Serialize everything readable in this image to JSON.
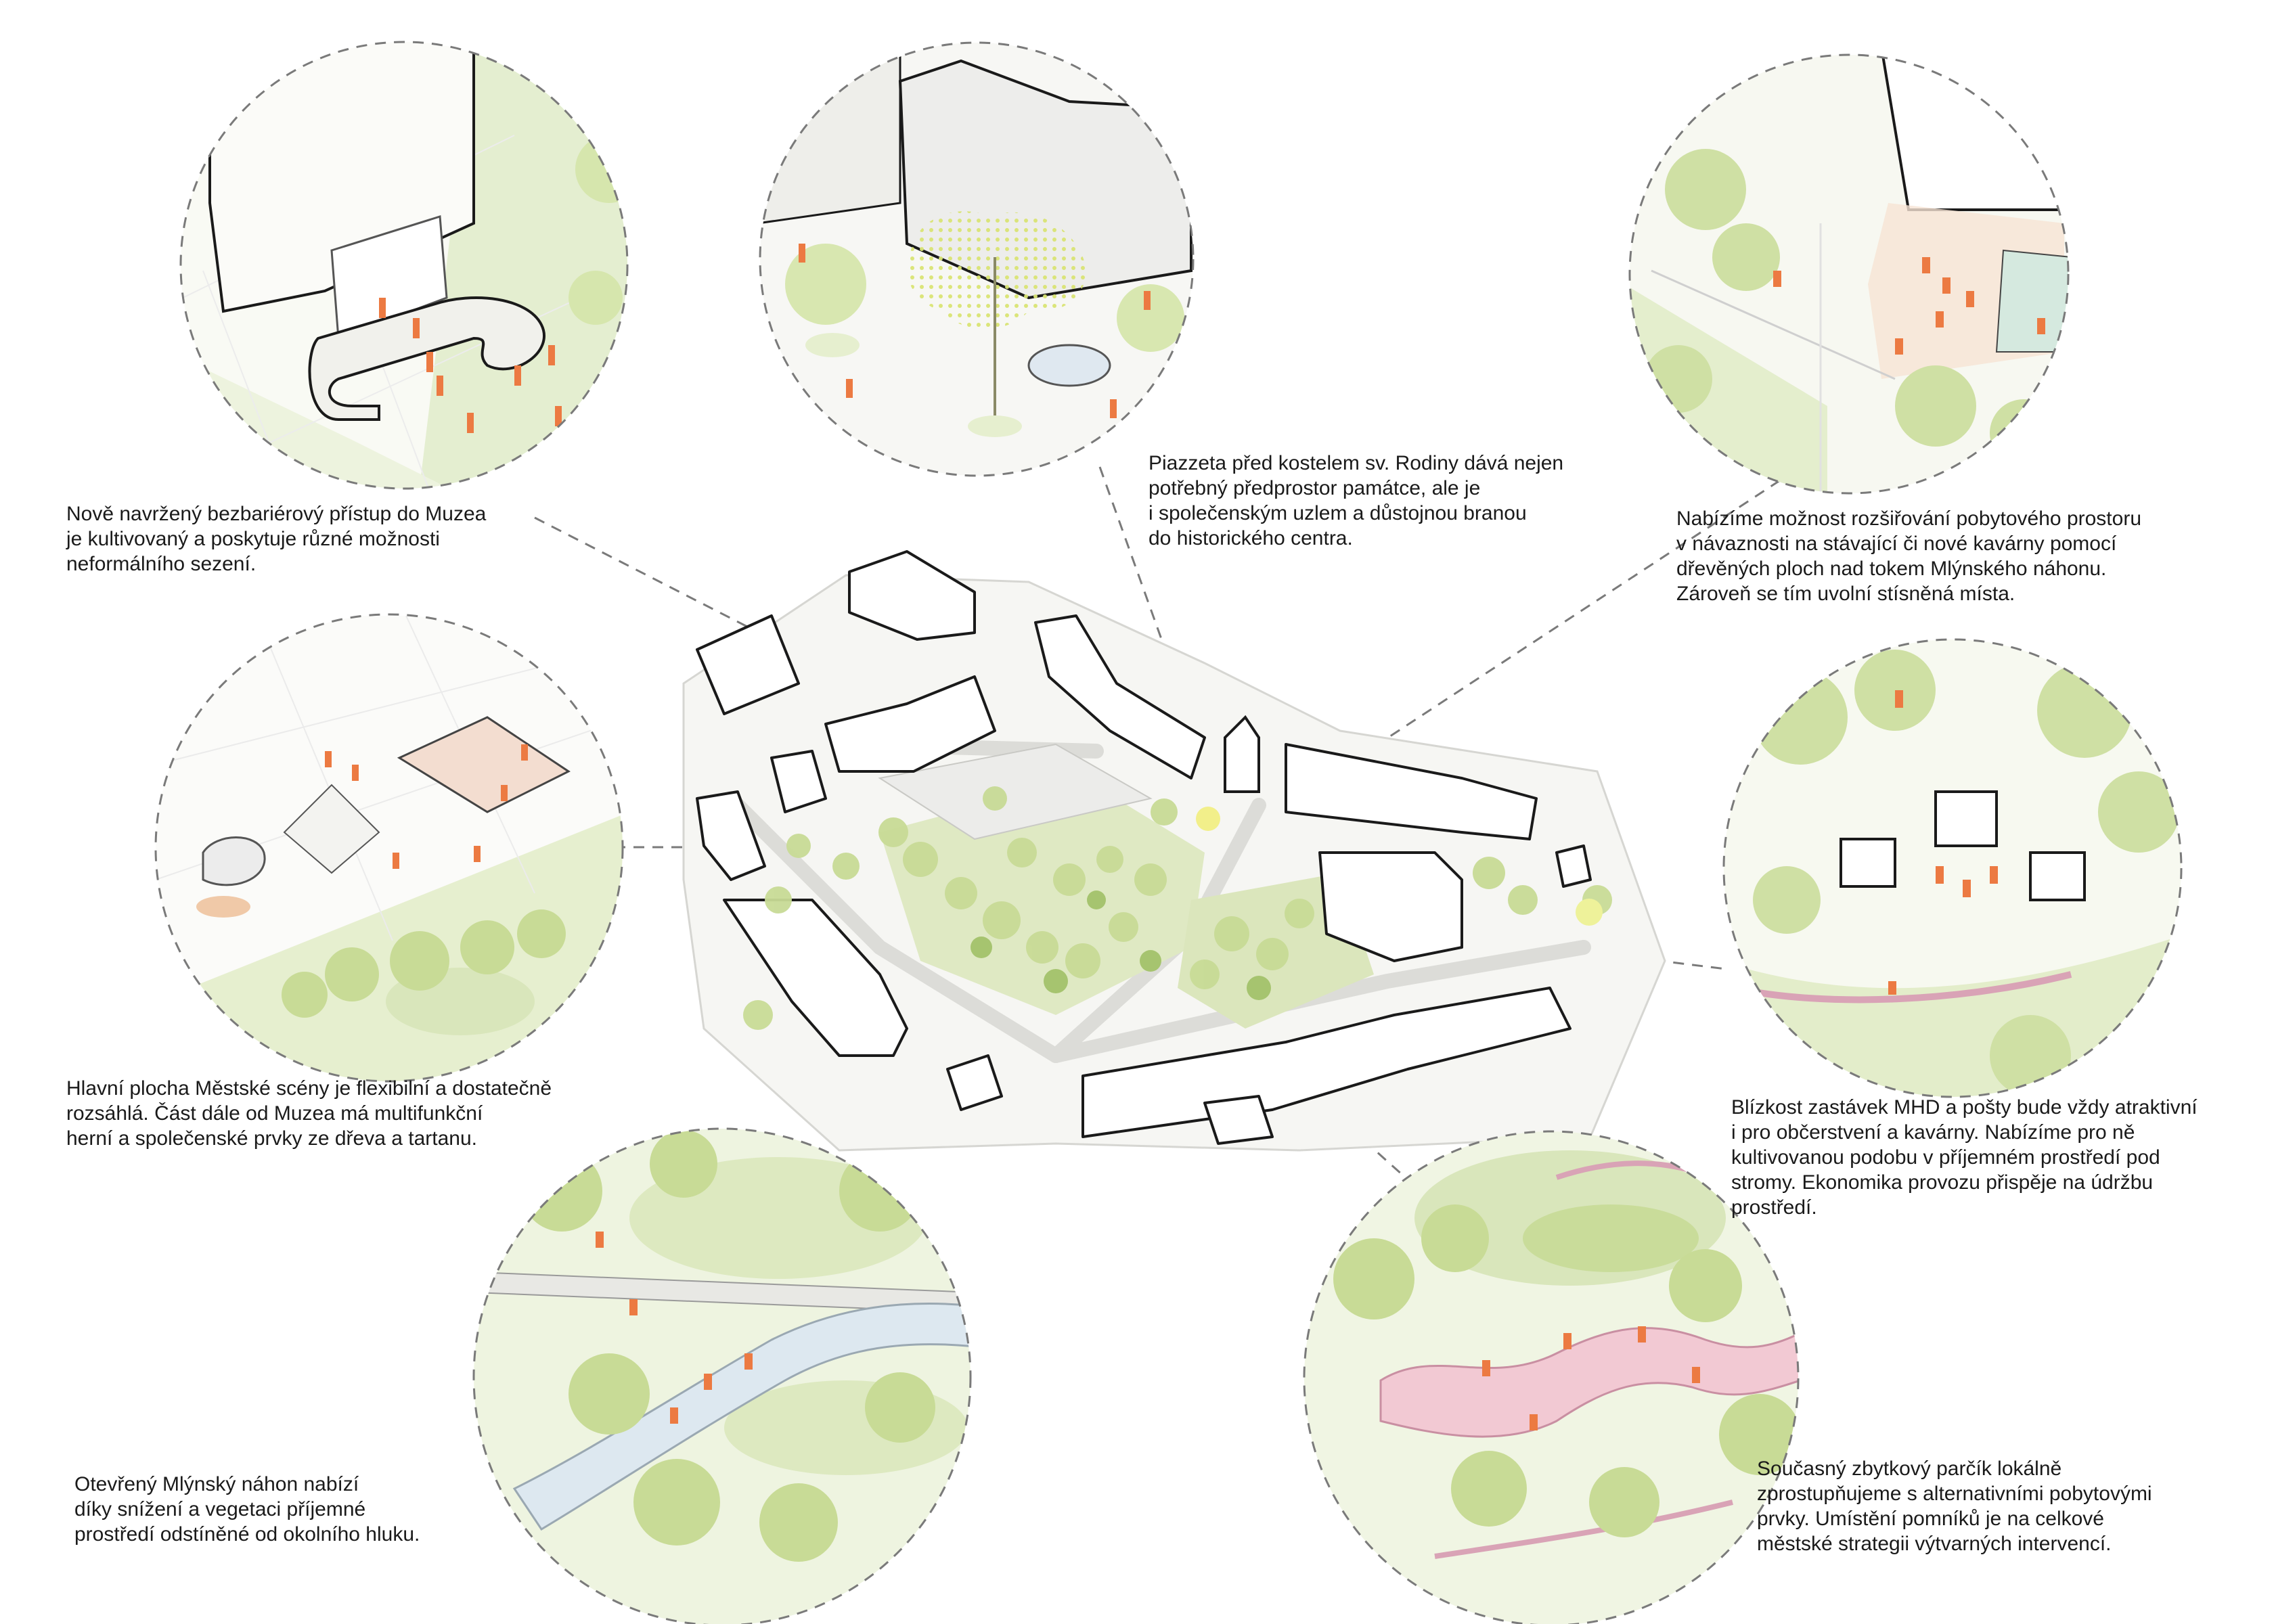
{
  "palette": {
    "green_light": "#e6efcf",
    "green_mid": "#c9dc9a",
    "green_dark": "#a9c774",
    "orange_people": "#ec7a42",
    "outline": "#1a1a1a",
    "dashed": "#6a6a6a",
    "paving": "#ededed",
    "pink_path": "#f2c9d3",
    "wood": "#e8c9a4",
    "yellow_tree": "#e4eb8c"
  },
  "vignettes": [
    {
      "id": "museum",
      "icon": "museum-access-vignette"
    },
    {
      "id": "church",
      "icon": "church-piazzetta-vignette"
    },
    {
      "id": "cafe",
      "icon": "cafe-deck-vignette"
    },
    {
      "id": "stage",
      "icon": "city-stage-vignette"
    },
    {
      "id": "tram",
      "icon": "transit-kiosk-vignette"
    },
    {
      "id": "canal",
      "icon": "mill-race-vignette"
    },
    {
      "id": "park",
      "icon": "pocket-park-vignette"
    }
  ],
  "captions": {
    "museum": [
      "Nově navržený bezbariérový přístup do Muzea",
      "je kultivovaný a poskytuje různé možnosti",
      "neformálního sezení."
    ],
    "church": [
      "Piazzeta před kostelem sv. Rodiny dává nejen",
      "potřebný předprostor památce, ale je",
      "i společenským uzlem a důstojnou branou",
      "do historického centra."
    ],
    "cafe": [
      "Nabízíme možnost rozšiřování pobytového prostoru",
      "v návaznosti na stávající či nové kavárny pomocí",
      "dřevěných ploch nad tokem Mlýnského náhonu.",
      "Zároveň se tím uvolní stísněná místa."
    ],
    "stage": [
      "Hlavní plocha Městské scény je flexibilní a dostatečně",
      "rozsáhlá. Část dále od Muzea má multifunkční",
      "herní a společenské prvky ze dřeva a tartanu."
    ],
    "tram": [
      "Blízkost zastávek MHD a pošty bude vždy atraktivní",
      "i pro občerstvení a kavárny. Nabízíme pro ně",
      "kultivovanou podobu v příjemném prostředí pod",
      "stromy. Ekonomika provozu přispěje na údržbu",
      "prostředí."
    ],
    "canal": [
      "Otevřený Mlýnský náhon nabízí",
      "díky snížení a vegetaci příjemné",
      "prostředí odstíněné od okolního hluku."
    ],
    "park": [
      "Současný zbytkový parčík lokálně",
      "zprostupňujeme s alternativními pobytovými",
      "prvky. Umístění pomníků je na celkové",
      "městské strategii výtvarných intervencí."
    ]
  }
}
